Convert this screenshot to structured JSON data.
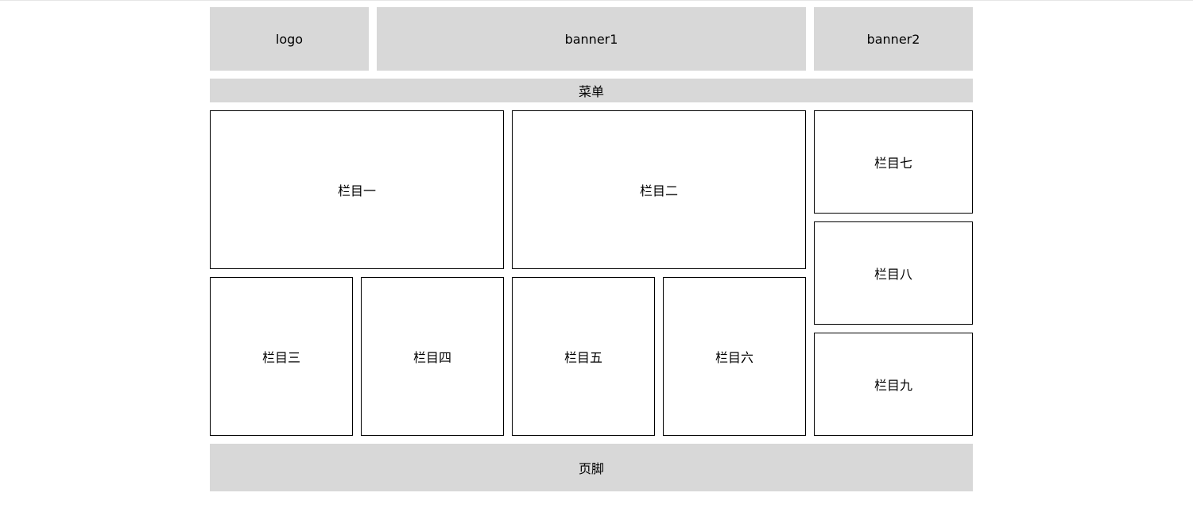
{
  "header": {
    "logo": "logo",
    "banner1": "banner1",
    "banner2": "banner2"
  },
  "menu": {
    "label": "菜单"
  },
  "columns": {
    "col1": "栏目一",
    "col2": "栏目二",
    "col3": "栏目三",
    "col4": "栏目四",
    "col5": "栏目五",
    "col6": "栏目六",
    "col7": "栏目七",
    "col8": "栏目八",
    "col9": "栏目九"
  },
  "footer": {
    "label": "页脚"
  },
  "colors": {
    "block_gray": "#d8d8d8",
    "border": "#000000",
    "background": "#ffffff"
  }
}
